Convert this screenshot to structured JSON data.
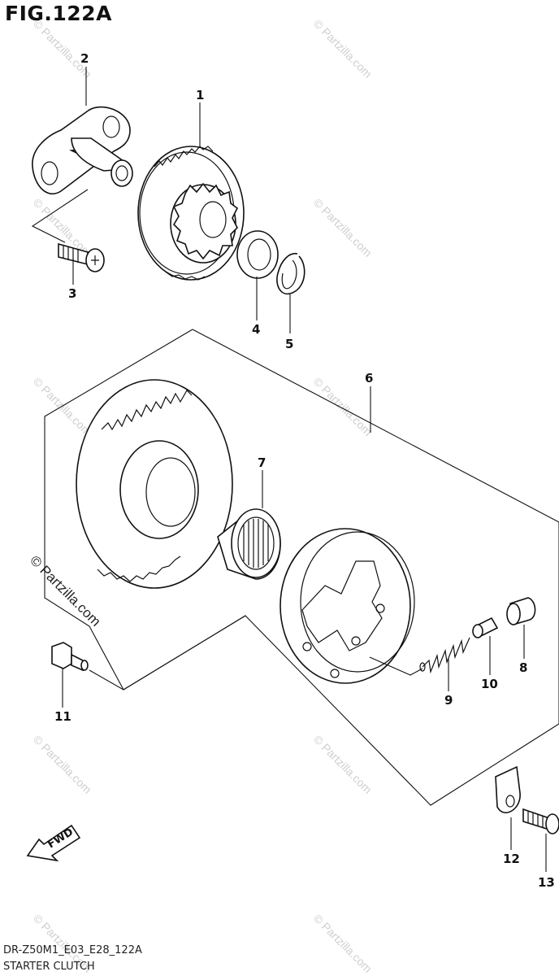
{
  "figure": {
    "title": "FIG.122A",
    "code": "DR-Z50M1_E03_E28_122A",
    "name": "STARTER CLUTCH"
  },
  "watermark": {
    "text": "© Partzilla.com",
    "color": "#cfcfcf"
  },
  "direction_arrow": {
    "label": "FWD"
  },
  "callouts": [
    "1",
    "2",
    "3",
    "4",
    "5",
    "6",
    "7",
    "8",
    "9",
    "10",
    "11",
    "12",
    "13"
  ],
  "colors": {
    "line": "#111111",
    "background": "#ffffff"
  }
}
